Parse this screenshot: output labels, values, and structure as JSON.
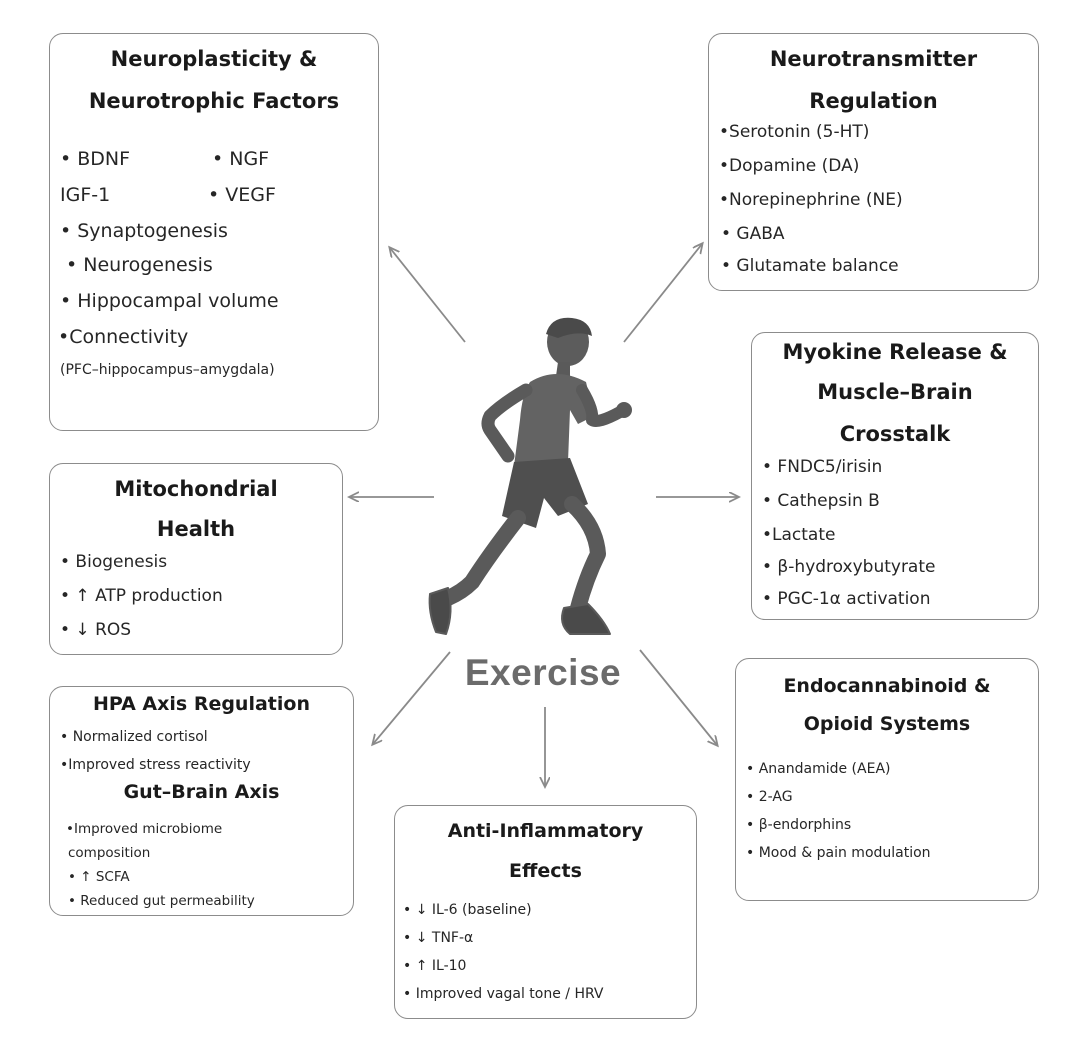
{
  "center": {
    "label": "Exercise",
    "figure_icon": "running-person-icon"
  },
  "neuroplasticity": {
    "title_line1": "Neuroplasticity &",
    "title_line2": "Neurotrophic Factors",
    "items": [
      "• BDNF",
      "• NGF",
      "IGF-1",
      "• VEGF",
      "• Synaptogenesis",
      "• Neurogenesis",
      "• Hippocampal volume",
      "•Connectivity",
      "(PFC–hippocampus–amygdala)"
    ]
  },
  "neurotransmitter": {
    "title_line1": "Neurotransmitter",
    "title_line2": "Regulation",
    "items": [
      "•Serotonin (5-HT)",
      "•Dopamine (DA)",
      "•Norepinephrine (NE)",
      "• GABA",
      "• Glutamate balance"
    ]
  },
  "myokine": {
    "title_line1": "Myokine Release &",
    "title_line2": "Muscle–Brain",
    "title_line3": "Crosstalk",
    "items": [
      "• FNDC5/irisin",
      "• Cathepsin B",
      "•Lactate",
      "• β-hydroxybutyrate",
      "• PGC-1α activation"
    ]
  },
  "mitochondrial": {
    "title_line1": "Mitochondrial",
    "title_line2": "Health",
    "items": [
      "• Biogenesis",
      "• ↑ ATP production",
      "• ↓ ROS"
    ]
  },
  "hpa": {
    "title": "HPA Axis Regulation",
    "items": [
      "• Normalized cortisol",
      "•Improved stress reactivity"
    ]
  },
  "gut": {
    "title": "Gut–Brain Axis",
    "items": [
      "•Improved microbiome",
      "composition",
      "• ↑ SCFA",
      "• Reduced gut permeability"
    ]
  },
  "anti_inflammatory": {
    "title_line1": "Anti-Inflammatory",
    "title_line2": "Effects",
    "items": [
      "• ↓ IL-6 (baseline)",
      "• ↓ TNF-α",
      "• ↑ IL-10",
      "• Improved vagal tone / HRV"
    ]
  },
  "endocannabinoid": {
    "title_line1": "Endocannabinoid &",
    "title_line2": "Opioid Systems",
    "items": [
      "• Anandamide (AEA)",
      "• 2-AG",
      "• β-endorphins",
      "• Mood & pain modulation"
    ]
  },
  "colors": {
    "border": "#8c8c8c",
    "arrow": "#8a8a8a",
    "runner": "#5a5a5a",
    "center_text": "#6b6b6b"
  }
}
